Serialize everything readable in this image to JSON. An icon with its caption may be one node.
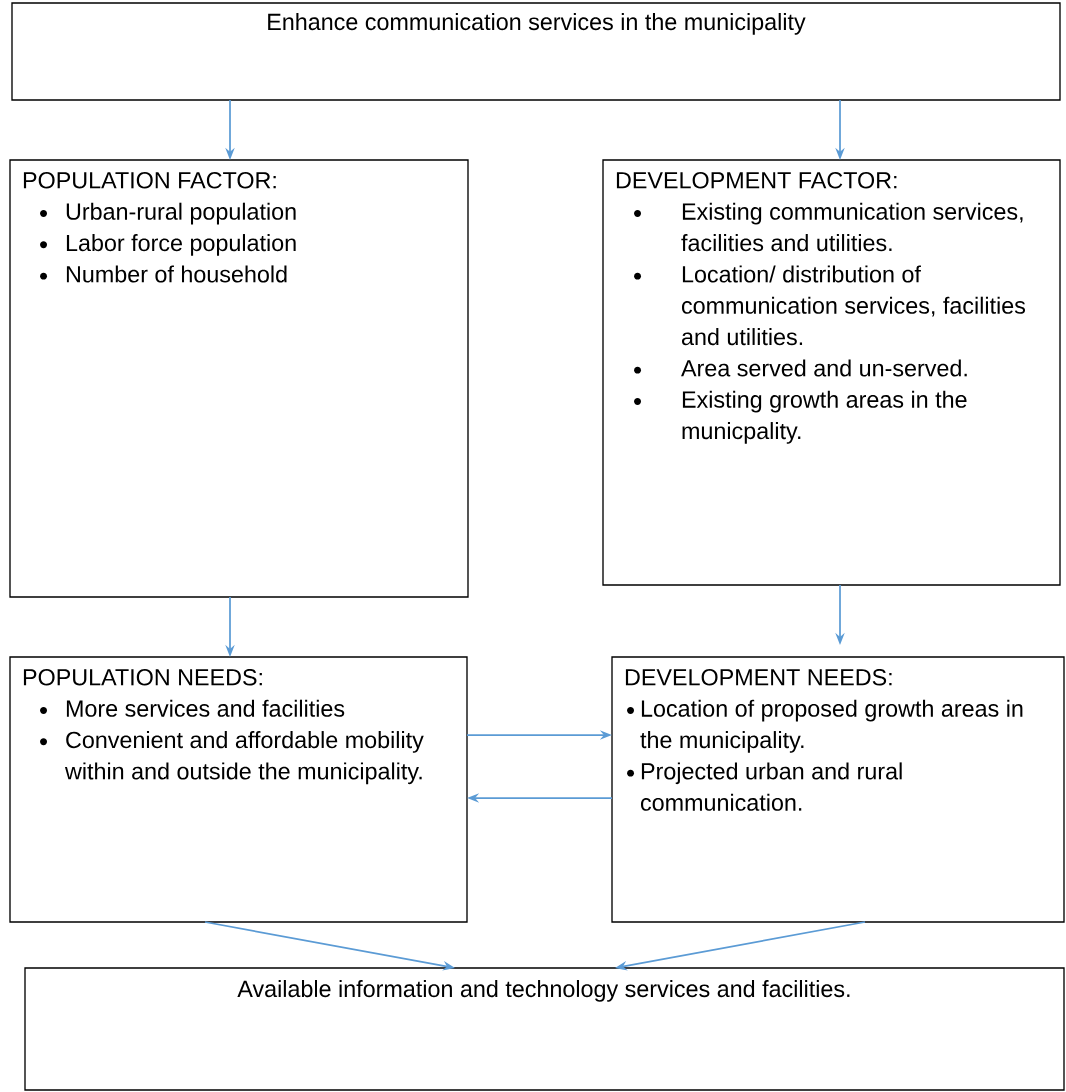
{
  "diagram": {
    "nodes": [
      {
        "text": [
          "Enhance communication services in the municipality"
        ]
      },
      {
        "text": [
          "POPULATION FACTOR:",
          "Urban-rural population",
          "Labor force population",
          "Number of household"
        ]
      },
      {
        "text": [
          "DEVELOPMENT FACTOR:",
          "Existing communication services, facilities and utilities.",
          "Location/ distribution of communication services, facilities and utilities.",
          "Area served and un-served.",
          "Existing growth areas in the municpality."
        ]
      },
      {
        "text": [
          "POPULATION NEEDS:",
          "More services and facilities",
          "Convenient and affordable mobility within and outside the municipality."
        ]
      },
      {
        "text": [
          "DEVELOPMENT NEEDS:",
          "Location of proposed growth areas in the municipality.",
          "Projected urban and rural communication."
        ]
      },
      {
        "text": [
          "Available information and technology services and facilities."
        ]
      }
    ],
    "edges": [
      {
        "from": 0,
        "to": 1,
        "arrow": "to"
      },
      {
        "from": 0,
        "to": 2,
        "arrow": "to"
      },
      {
        "from": 1,
        "to": 3,
        "arrow": "to"
      },
      {
        "from": 2,
        "to": 4,
        "arrow": "to"
      },
      {
        "from": 3,
        "to": 4,
        "arrow": "to"
      },
      {
        "from": 4,
        "to": 3,
        "arrow": "to"
      },
      {
        "from": 3,
        "to": 5,
        "arrow": "to"
      },
      {
        "from": 4,
        "to": 5,
        "arrow": "to"
      }
    ]
  }
}
